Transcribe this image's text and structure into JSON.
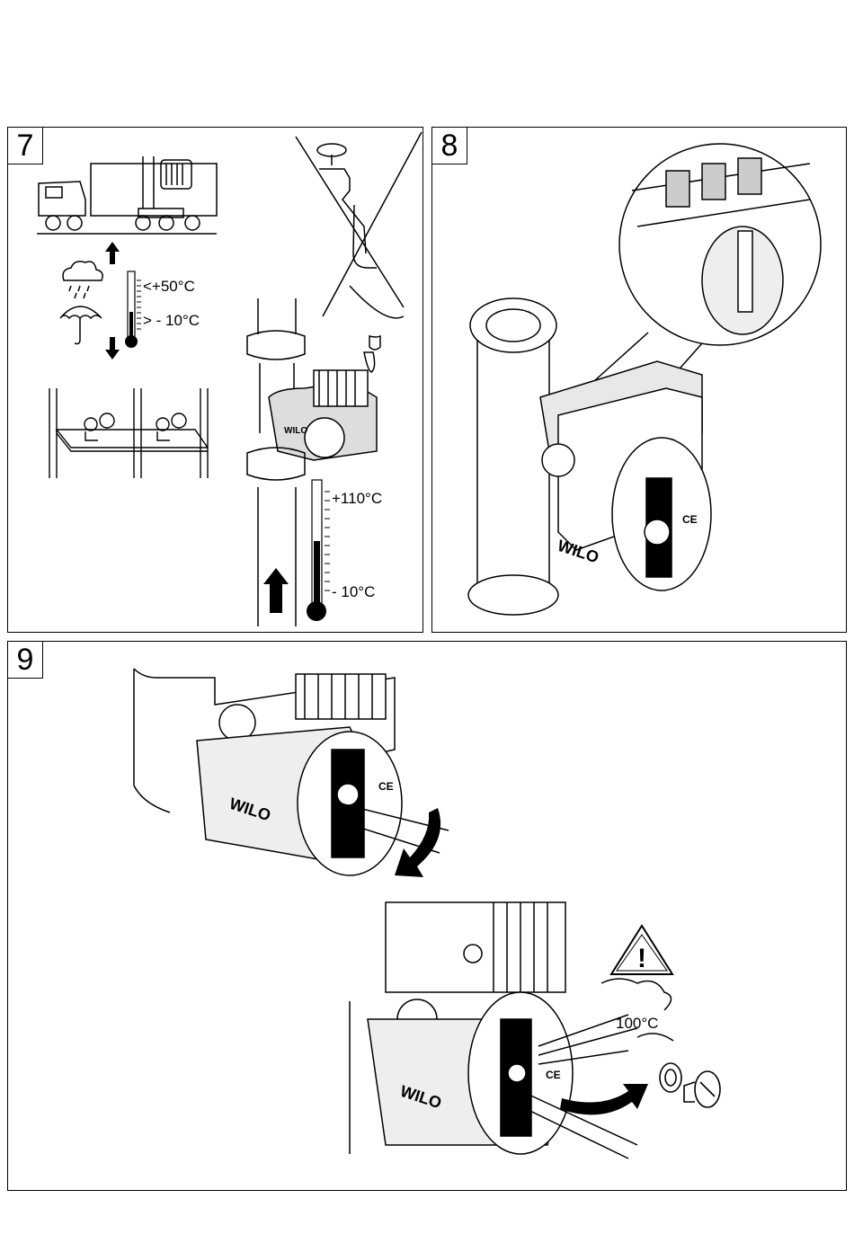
{
  "panels": {
    "p7": {
      "number": "7"
    },
    "p8": {
      "number": "8"
    },
    "p9": {
      "number": "9"
    }
  },
  "panel7": {
    "temp_max_storage": "<+50°C",
    "temp_min_storage": "> - 10°C",
    "temp_max_fluid": "+110°C",
    "temp_min_fluid": "- 10°C",
    "brand": "WILO"
  },
  "panel8": {
    "brand": "WILO",
    "mark": "CE"
  },
  "panel9": {
    "brand": "WILO",
    "mark": "CE",
    "steam_temp": "100°C",
    "warning_symbol": "!"
  },
  "icons": [
    "truck-icon",
    "rain-cloud-icon",
    "umbrella-icon",
    "thermometer-icon",
    "shelf-icon",
    "arrow-up-icon",
    "arrow-down-icon",
    "warning-triangle-icon",
    "curved-arrow-icon"
  ]
}
